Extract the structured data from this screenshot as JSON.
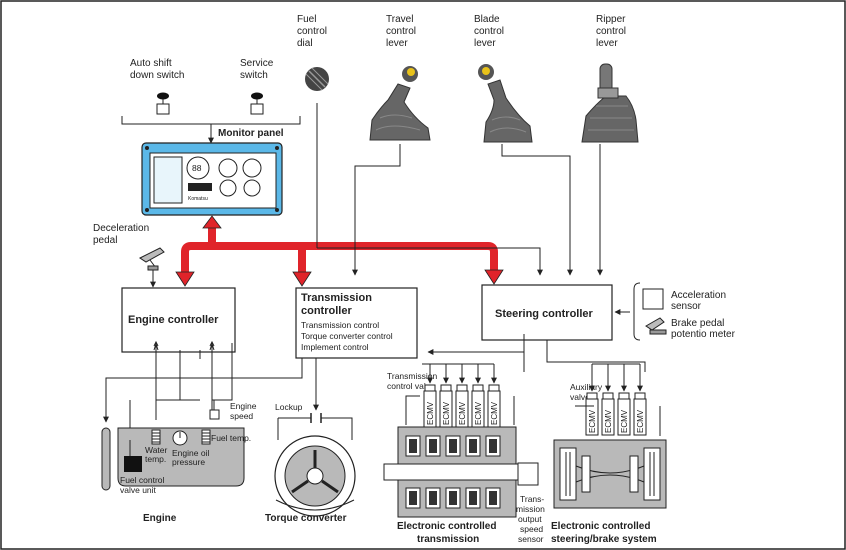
{
  "colors": {
    "bus": "#e0242a",
    "panel": "#5bb8e8",
    "line": "#222222",
    "part": "#b9b9b9"
  },
  "inputs": {
    "auto_shift_1": "Auto shift",
    "auto_shift_2": "down switch",
    "service_1": "Service",
    "service_2": "switch",
    "fuel_1": "Fuel",
    "fuel_2": "control",
    "fuel_3": "dial",
    "travel_1": "Travel",
    "travel_2": "control",
    "travel_3": "lever",
    "blade_1": "Blade",
    "blade_2": "control",
    "blade_3": "lever",
    "ripper_1": "Ripper",
    "ripper_2": "control",
    "ripper_3": "lever",
    "monitor_panel": "Monitor panel",
    "decel_1": "Deceleration",
    "decel_2": "pedal"
  },
  "monitor_screen": {
    "digits": "88",
    "brand": "Komatsu"
  },
  "controllers": {
    "engine": "Engine controller",
    "transmission_1": "Transmission",
    "transmission_2": "controller",
    "trans_item_1": "Transmission control",
    "trans_item_2": "Torque converter control",
    "trans_item_3": "Implement control",
    "steering": "Steering controller"
  },
  "sensors": {
    "accel_1": "Acceleration",
    "accel_2": "sensor",
    "brake_1": "Brake pedal",
    "brake_2": "potentio meter",
    "engine_speed_1": "Engine",
    "engine_speed_2": "speed",
    "fuel_temp": "Fuel temp.",
    "water_1": "Water",
    "water_2": "temp.",
    "oil_1": "Engine oil",
    "oil_2": "pressure",
    "fuel_valve_1": "Fuel control",
    "fuel_valve_2": "valve unit",
    "lockup": "Lockup",
    "tcv_1": "Transmission",
    "tcv_2": "control valve",
    "aux_1": "Auxiliary",
    "aux_2": "valve",
    "tos_1": "Trans-",
    "tos_2": "mission",
    "tos_3": "output",
    "tos_4": "speed",
    "tos_5": "sensor"
  },
  "ecmv_label": "ECMV",
  "components": {
    "engine": "Engine",
    "torque": "Torque converter",
    "trans_1": "Electronic controlled",
    "trans_2": "transmission",
    "steer_1": "Electronic controlled",
    "steer_2": "steering/brake system"
  }
}
